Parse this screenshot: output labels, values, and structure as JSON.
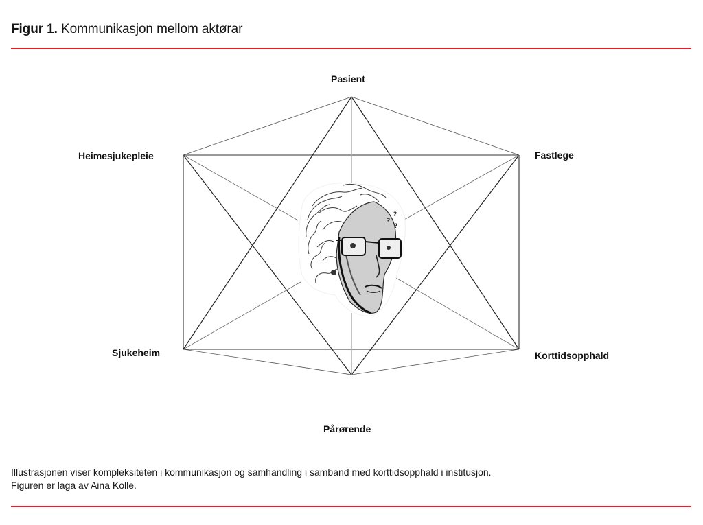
{
  "figure": {
    "number_label": "Figur 1.",
    "title": "Kommunikasjon mellom aktørar",
    "accent_color": "#e32027"
  },
  "diagram": {
    "type": "communication-network",
    "center_image": "sketch-of-elderly-person-with-glasses-and-question-marks",
    "nodes": [
      {
        "id": "pasient",
        "label": "Pasient"
      },
      {
        "id": "fastlege",
        "label": "Fastlege"
      },
      {
        "id": "korttidsopphald",
        "label": "Korttidsopphald"
      },
      {
        "id": "parorende",
        "label": "Pårørende"
      },
      {
        "id": "sjukeheim",
        "label": "Sjukeheim"
      },
      {
        "id": "heimesjukepleie",
        "label": "Heimesjukepleie"
      }
    ],
    "edges": "all nodes connected to each other"
  },
  "caption": {
    "line1": "Illustrasjonen viser kompleksiteten i kommunikasjon og samhandling i samband med korttidsopphald i institusjon.",
    "line2": "Figuren er laga av Aina Kolle."
  }
}
